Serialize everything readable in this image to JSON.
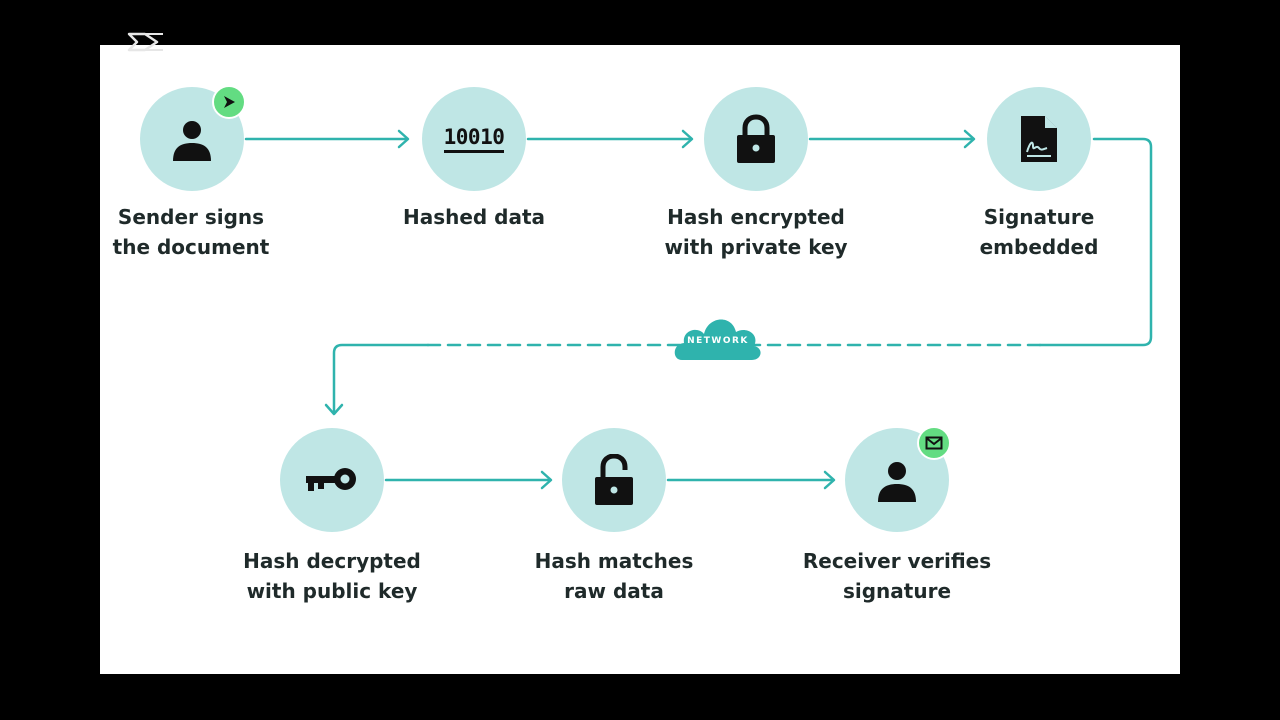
{
  "colors": {
    "frame": "#000000",
    "canvas": "#ffffff",
    "node_fill": "#bfe6e5",
    "connector": "#2fb3ad",
    "badge": "#63dc82",
    "icon": "#111111",
    "text": "#1f2a2a"
  },
  "steps": [
    {
      "id": "sender",
      "label_lines": [
        "Sender signs",
        "the document"
      ],
      "icon": "user-icon",
      "badge_icon": "send-arrow-icon"
    },
    {
      "id": "hash",
      "label_lines": [
        "Hashed data"
      ],
      "icon": "binary-data-icon",
      "icon_text": "10010"
    },
    {
      "id": "encrypt",
      "label_lines": [
        "Hash encrypted",
        "with private key"
      ],
      "icon": "lock-closed-icon"
    },
    {
      "id": "embed",
      "label_lines": [
        "Signature",
        "embedded"
      ],
      "icon": "signed-document-icon"
    },
    {
      "id": "decrypt",
      "label_lines": [
        "Hash decrypted",
        "with public key"
      ],
      "icon": "key-icon"
    },
    {
      "id": "match",
      "label_lines": [
        "Hash matches",
        "raw data"
      ],
      "icon": "lock-open-icon"
    },
    {
      "id": "receiver",
      "label_lines": [
        "Receiver verifies",
        "signature"
      ],
      "icon": "user-icon",
      "badge_icon": "mail-envelope-icon"
    }
  ],
  "network": {
    "label": "NETWORK",
    "icon": "cloud-icon"
  }
}
